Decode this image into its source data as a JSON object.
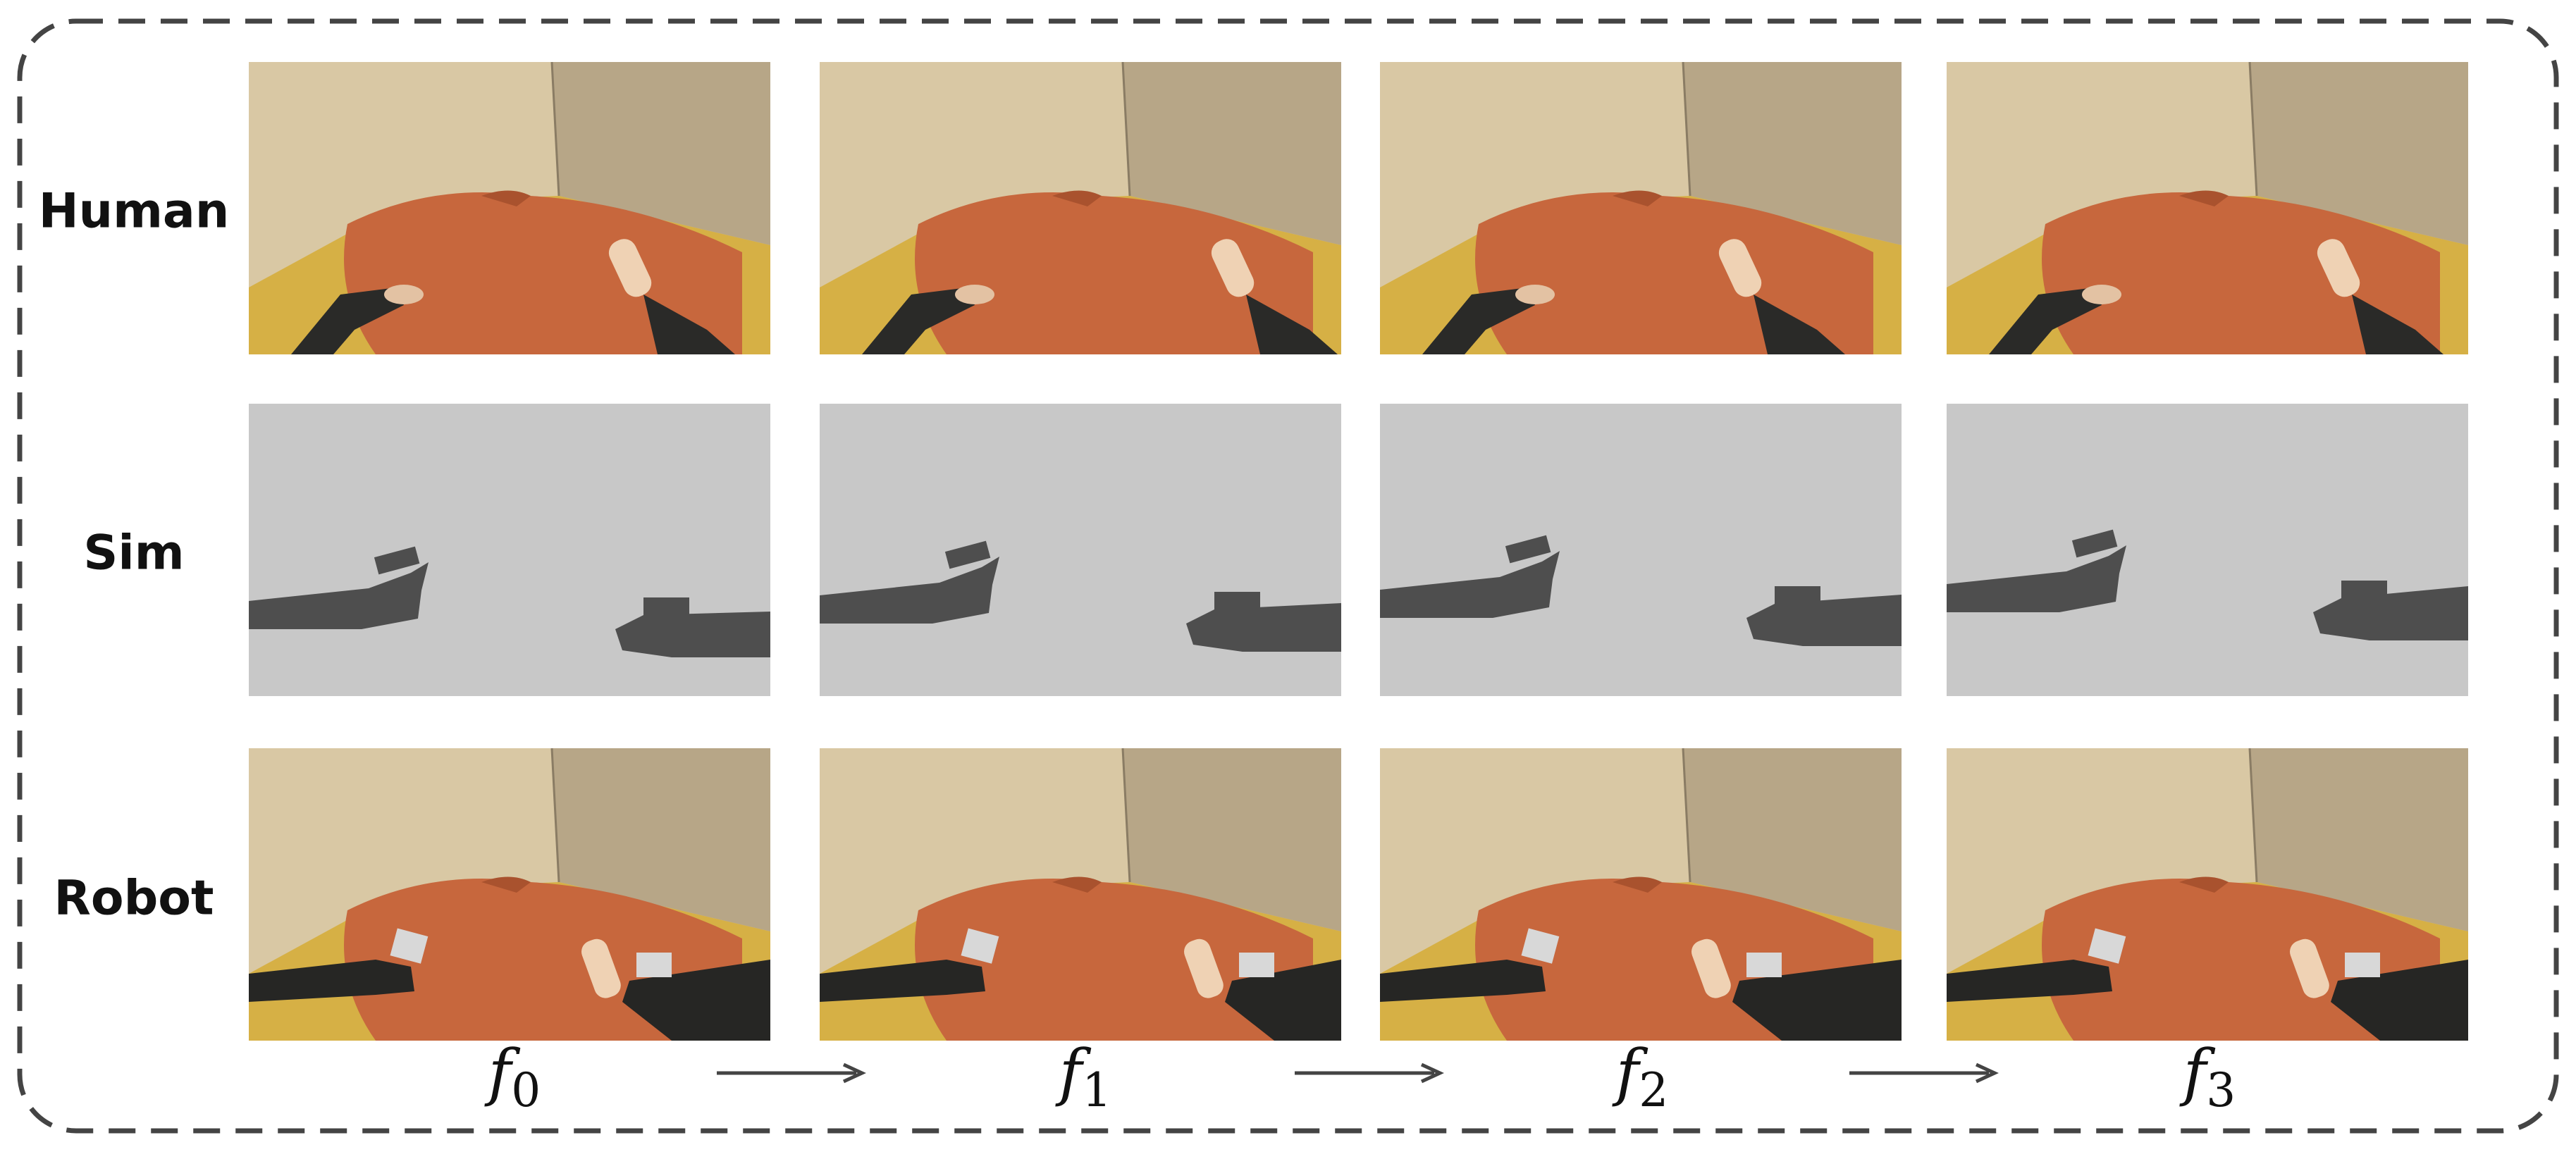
{
  "rows": [
    {
      "key": "human",
      "label": "Human"
    },
    {
      "key": "sim",
      "label": "Sim"
    },
    {
      "key": "robot",
      "label": "Robot"
    }
  ],
  "frames": [
    {
      "var": "f",
      "sub": "0"
    },
    {
      "var": "f",
      "sub": "1"
    },
    {
      "var": "f",
      "sub": "2"
    },
    {
      "var": "f",
      "sub": "3"
    }
  ],
  "colors": {
    "border": "#444444",
    "wall_left": "#d9c8a4",
    "wall_right": "#b7a687",
    "table": "#d6b045",
    "shirt": "#c7673d",
    "sim_bg": "#c8c8c8",
    "sim_arm": "#4e4e4e",
    "sleeve": "#2a2a28",
    "roller": "#efd2b4"
  }
}
